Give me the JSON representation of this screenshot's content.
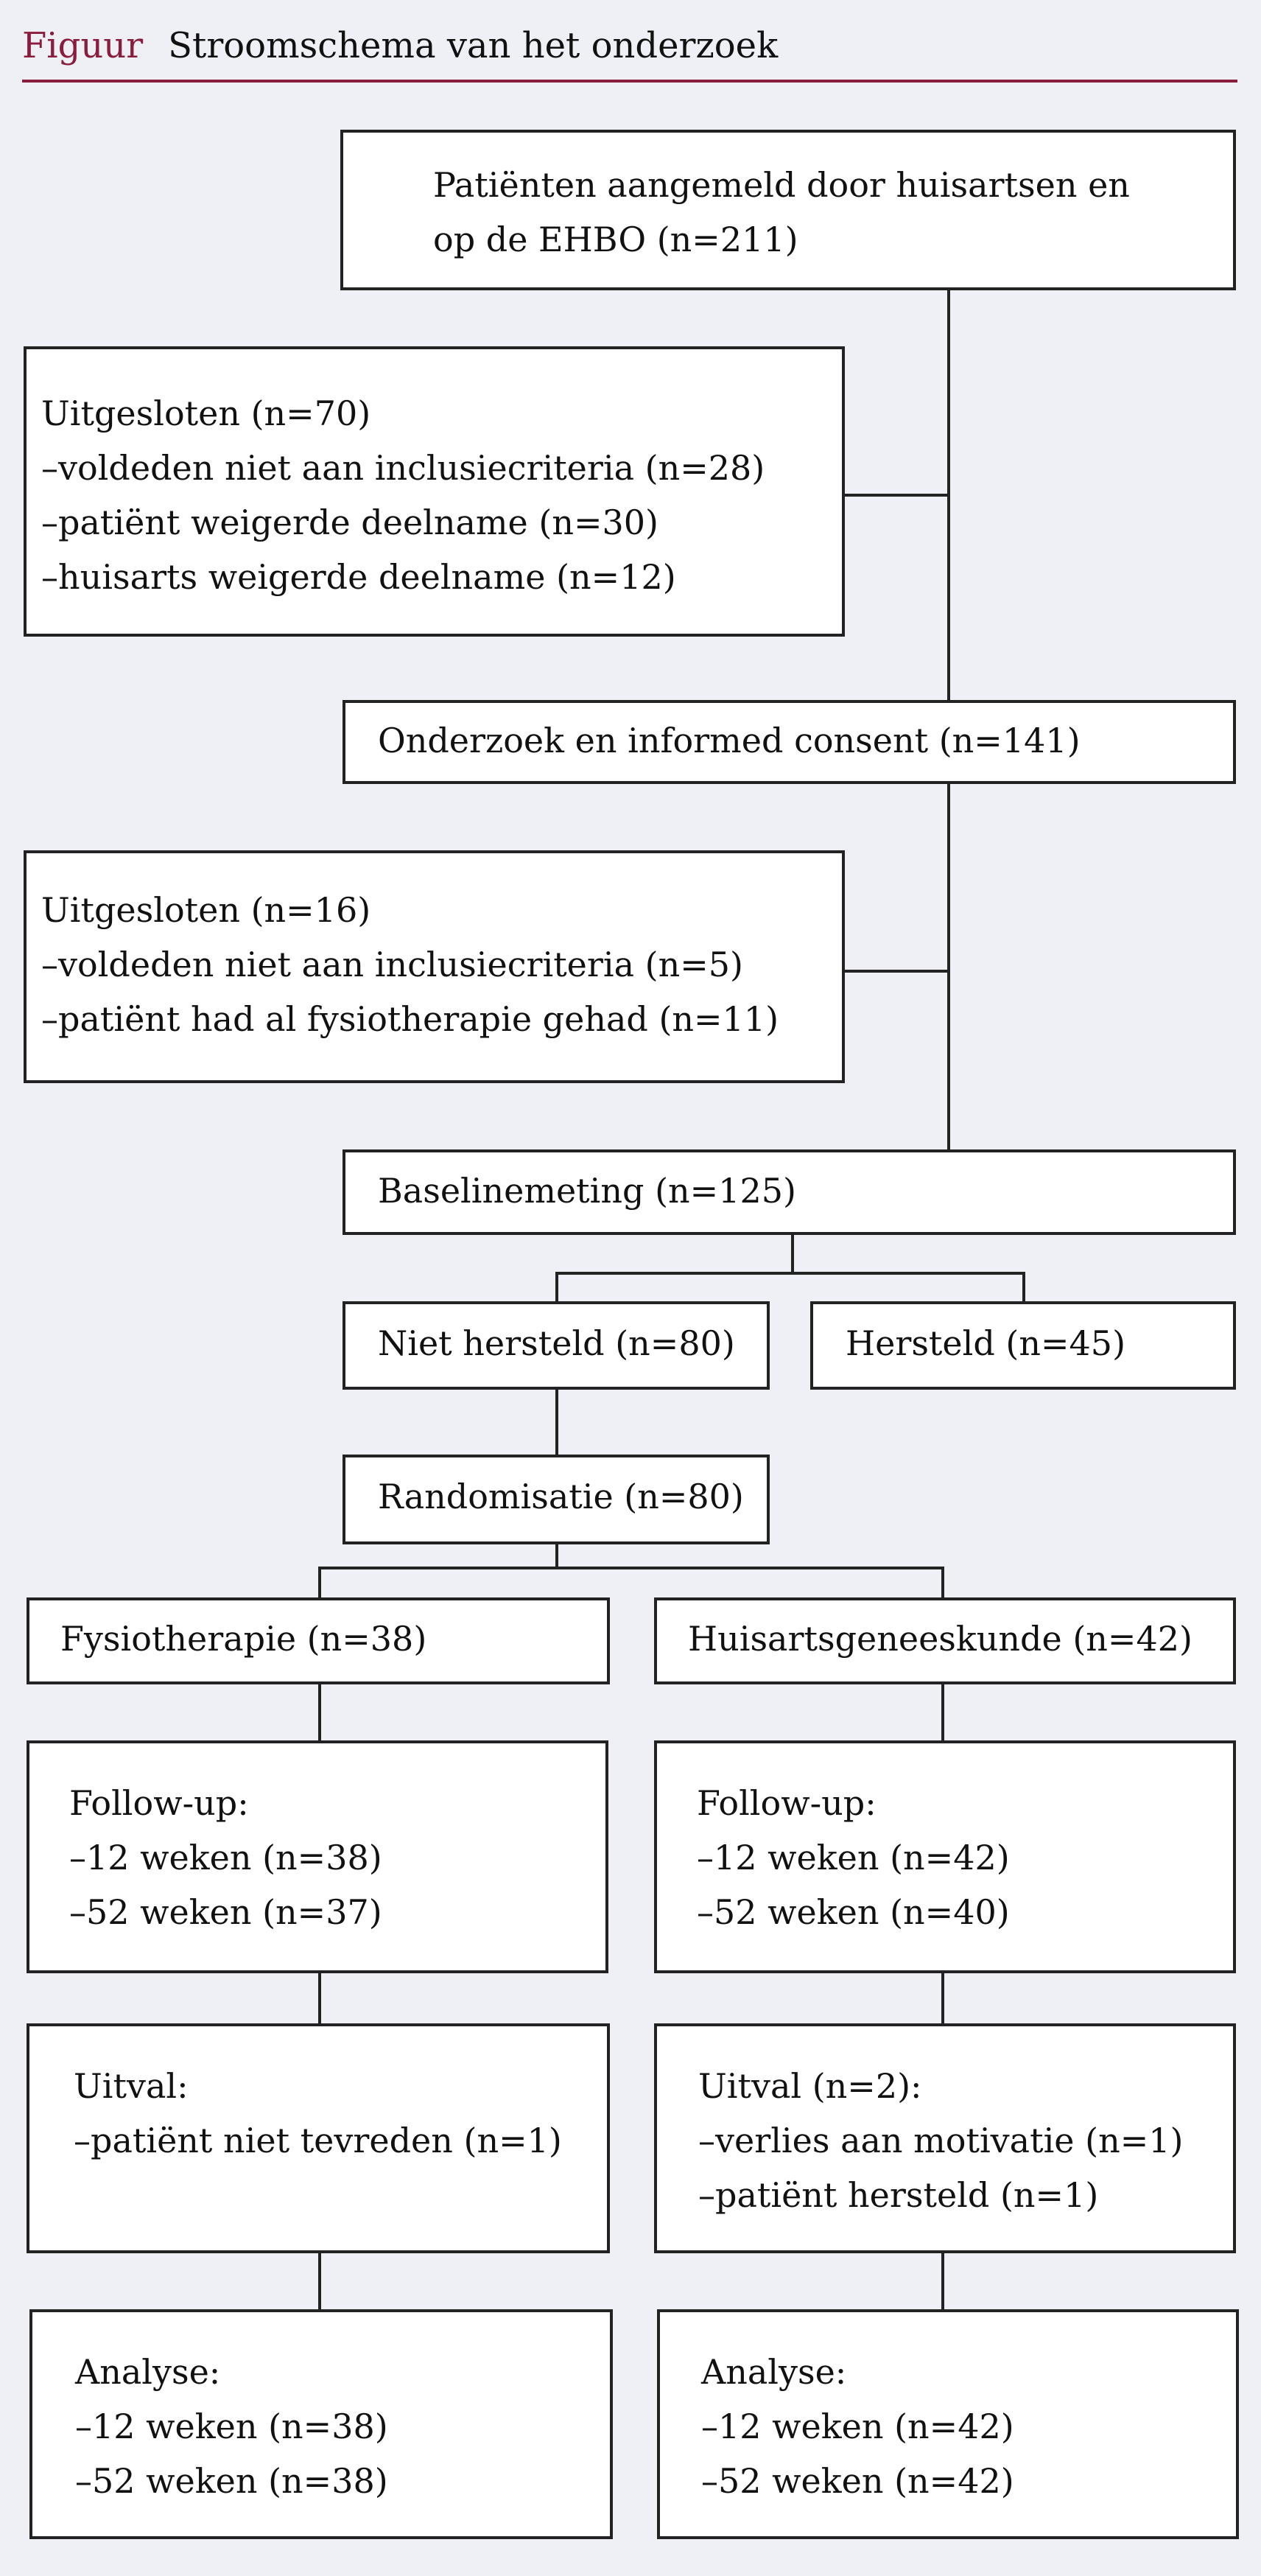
{
  "header": {
    "figure_label": "Figuur",
    "title": "Stroomschema van het onderzoek"
  },
  "boxes": {
    "referred": {
      "lines": [
        "Patiënten aangemeld door huisartsen en",
        "op de EHBO (n=211)"
      ]
    },
    "excluded1": {
      "lines": [
        "Uitgesloten (n=70)",
        "–voldeden niet aan inclusiecriteria (n=28)",
        "–patiënt weigerde deelname (n=30)",
        "–huisarts weigerde deelname (n=12)"
      ]
    },
    "consent": {
      "lines": [
        "Onderzoek en informed consent (n=141)"
      ]
    },
    "excluded2": {
      "lines": [
        "Uitgesloten (n=16)",
        "–voldeden niet aan inclusiecriteria (n=5)",
        "–patiënt had al fysiotherapie gehad (n=11)"
      ]
    },
    "baseline": {
      "lines": [
        "Baselinemeting (n=125)"
      ]
    },
    "not_recovered": {
      "lines": [
        "Niet hersteld (n=80)"
      ]
    },
    "recovered": {
      "lines": [
        "Hersteld (n=45)"
      ]
    },
    "randomisation": {
      "lines": [
        "Randomisatie (n=80)"
      ]
    },
    "physio": {
      "lines": [
        "Fysiotherapie (n=38)"
      ]
    },
    "gp": {
      "lines": [
        "Huisartsgeneeskunde (n=42)"
      ]
    },
    "physio_followup": {
      "lines": [
        "Follow-up:",
        "–12 weken (n=38)",
        "–52 weken (n=37)"
      ]
    },
    "gp_followup": {
      "lines": [
        "Follow-up:",
        "–12 weken (n=42)",
        "–52 weken (n=40)"
      ]
    },
    "physio_dropout": {
      "lines": [
        "Uitval:",
        "–patiënt niet tevreden (n=1)"
      ]
    },
    "gp_dropout": {
      "lines": [
        "Uitval (n=2):",
        "–verlies aan motivatie (n=1)",
        "–patiënt hersteld (n=1)"
      ]
    },
    "physio_analysis": {
      "lines": [
        "Analyse:",
        "–12 weken (n=38)",
        "–52 weken (n=38)"
      ]
    },
    "gp_analysis": {
      "lines": [
        "Analyse:",
        "–12 weken (n=42)",
        "–52 weken (n=42)"
      ]
    }
  }
}
